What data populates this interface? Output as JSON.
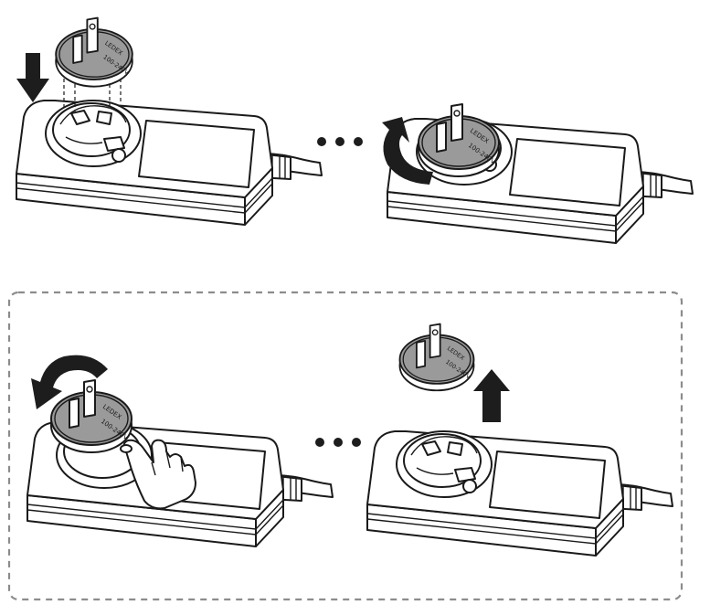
{
  "figure": {
    "steps": [
      {
        "id": "step-1-insert",
        "label": "",
        "arrow_icon": "arrow-down-icon"
      },
      {
        "id": "step-2-rotate-lock",
        "label": "",
        "arrow_icon": "rotate-clockwise-arrow-icon"
      },
      {
        "id": "step-3-press-release-rotate",
        "label": "",
        "arrow_icon": "rotate-counterclockwise-arrow-icon",
        "hand_icon": "pointing-hand-icon"
      },
      {
        "id": "step-4-remove",
        "label": "",
        "arrow_icon": "arrow-up-icon"
      }
    ],
    "separators": [
      "ellipsis-icon",
      "ellipsis-icon"
    ],
    "removal_group": "dashed-frame",
    "colors": {
      "line": "#1a1a1a",
      "plug_fill": "#9a9a9a",
      "arrow_fill": "#1d1d1d",
      "frame": "#8c8c8c",
      "background": "#ffffff"
    }
  }
}
